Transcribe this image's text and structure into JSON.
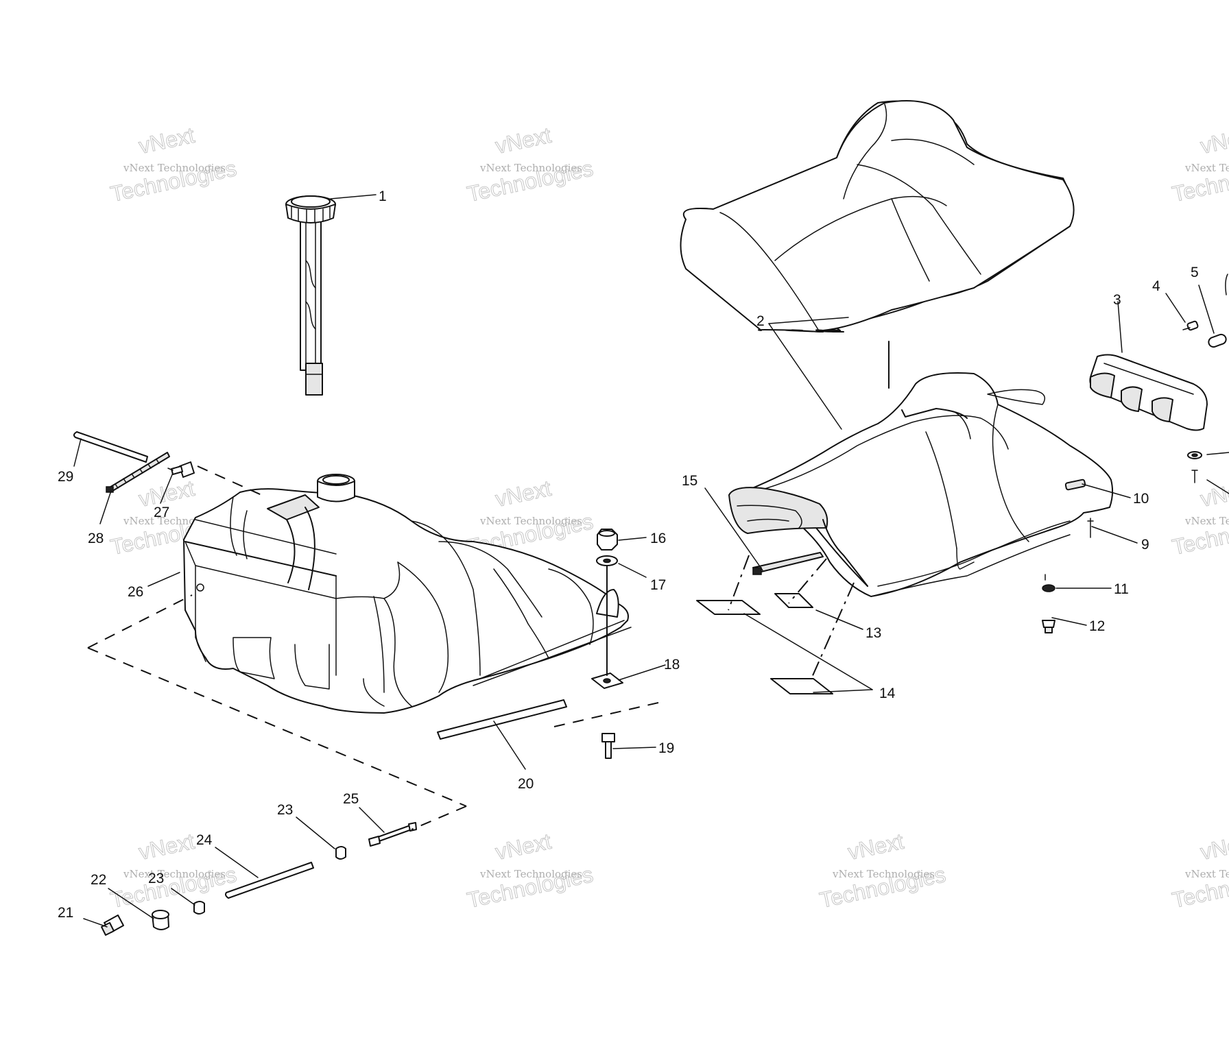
{
  "watermark": {
    "brand_line": "vNext",
    "name_line": "vNext Technologies",
    "big_line": "Technologies"
  },
  "callouts": [
    {
      "id": "c1",
      "label": "1"
    },
    {
      "id": "c2",
      "label": "2"
    },
    {
      "id": "c3",
      "label": "3"
    },
    {
      "id": "c4",
      "label": "4"
    },
    {
      "id": "c5",
      "label": "5"
    },
    {
      "id": "c9",
      "label": "9"
    },
    {
      "id": "c10",
      "label": "10"
    },
    {
      "id": "c11",
      "label": "11"
    },
    {
      "id": "c12",
      "label": "12"
    },
    {
      "id": "c13",
      "label": "13"
    },
    {
      "id": "c14",
      "label": "14"
    },
    {
      "id": "c15",
      "label": "15"
    },
    {
      "id": "c16",
      "label": "16"
    },
    {
      "id": "c17",
      "label": "17"
    },
    {
      "id": "c18",
      "label": "18"
    },
    {
      "id": "c19",
      "label": "19"
    },
    {
      "id": "c20",
      "label": "20"
    },
    {
      "id": "c21",
      "label": "21"
    },
    {
      "id": "c22",
      "label": "22"
    },
    {
      "id": "c23a",
      "label": "23"
    },
    {
      "id": "c23b",
      "label": "23"
    },
    {
      "id": "c24",
      "label": "24"
    },
    {
      "id": "c25",
      "label": "25"
    },
    {
      "id": "c26",
      "label": "26"
    },
    {
      "id": "c27",
      "label": "27"
    },
    {
      "id": "c28",
      "label": "28"
    },
    {
      "id": "c29",
      "label": "29"
    }
  ]
}
